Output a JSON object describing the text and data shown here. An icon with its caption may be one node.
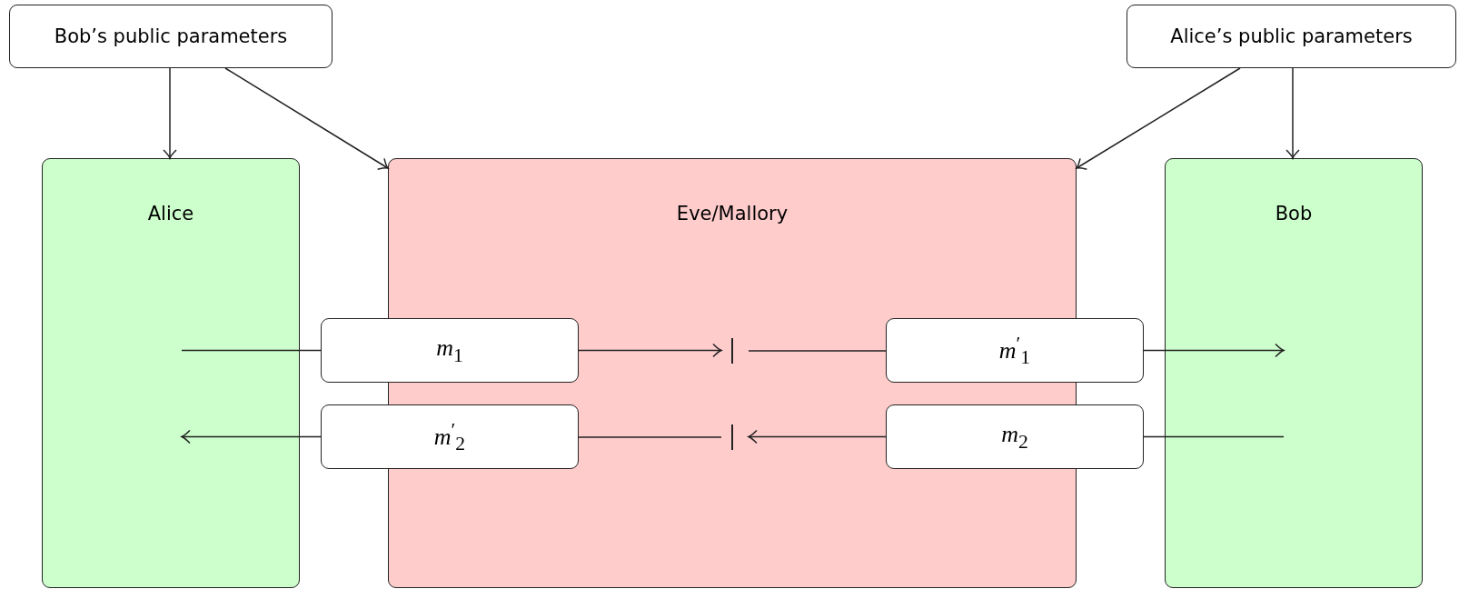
{
  "diagram": {
    "nodes": [
      {
        "text": [
          "Bob’s public parameters"
        ]
      },
      {
        "text": [
          "Alice’s public parameters"
        ]
      },
      {
        "text": [
          "Alice"
        ]
      },
      {
        "text": [
          "Eve/Mallory"
        ]
      },
      {
        "text": [
          "Bob"
        ]
      },
      {
        "text": [
          "*m*$_{1}$"
        ]
      },
      {
        "text": [
          "*m*$^{′}$$_{1}$"
        ]
      },
      {
        "text": [
          "*m*$^{′}$$_{2}$"
        ]
      },
      {
        "text": [
          "*m*$_{2}$"
        ]
      },
      {
        "text": [],
        "shape": "bar",
        "in": 3
      },
      {
        "text": [],
        "shape": "bar",
        "in": 3
      }
    ],
    "edges": [
      {
        "from": 0,
        "to": 2,
        "arrow": "to"
      },
      {
        "from": 0,
        "to": 3,
        "arrow": "to"
      },
      {
        "from": 1,
        "to": 3,
        "arrow": "to"
      },
      {
        "from": 1,
        "to": 4,
        "arrow": "to"
      },
      {
        "from": 2,
        "to": 5,
        "arrow": "none"
      },
      {
        "from": 5,
        "to": 9,
        "arrow": "to"
      },
      {
        "from": 9,
        "to": 6,
        "arrow": "none"
      },
      {
        "from": 6,
        "to": 4,
        "arrow": "to"
      },
      {
        "from": 4,
        "to": 8,
        "arrow": "none"
      },
      {
        "from": 8,
        "to": 10,
        "arrow": "to"
      },
      {
        "from": 10,
        "to": 7,
        "arrow": "none"
      },
      {
        "from": 7,
        "to": 2,
        "arrow": "to"
      }
    ]
  }
}
